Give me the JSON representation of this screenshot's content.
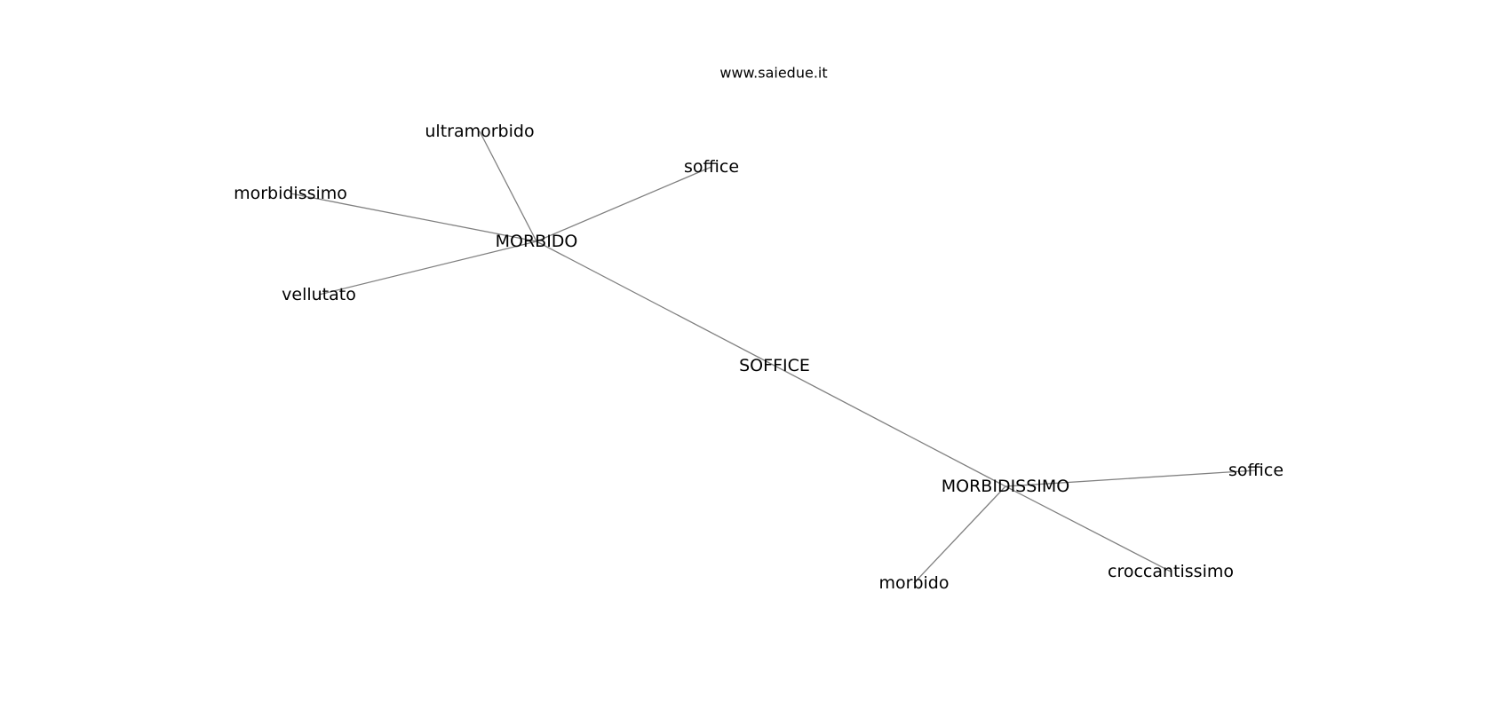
{
  "watermark": "www.saiedue.it",
  "colors": {
    "edge": "#808080",
    "text": "#000000",
    "background": "#ffffff"
  },
  "nodes": [
    {
      "id": "soffice-center",
      "label": "SOFFICE"
    },
    {
      "id": "morbido-hub",
      "label": "MORBIDO"
    },
    {
      "id": "morbidissimo-hub",
      "label": "MORBIDISSIMO"
    },
    {
      "id": "ultramorbido",
      "label": "ultramorbido"
    },
    {
      "id": "soffice-1",
      "label": "soffice"
    },
    {
      "id": "morbidissimo-leaf",
      "label": "morbidissimo"
    },
    {
      "id": "vellutato",
      "label": "vellutato"
    },
    {
      "id": "soffice-2",
      "label": "soffice"
    },
    {
      "id": "morbido-leaf",
      "label": "morbido"
    },
    {
      "id": "croccantissimo",
      "label": "croccantissimo"
    }
  ],
  "edges": [
    {
      "from": "soffice-center",
      "to": "morbido-hub"
    },
    {
      "from": "soffice-center",
      "to": "morbidissimo-hub"
    },
    {
      "from": "morbido-hub",
      "to": "ultramorbido"
    },
    {
      "from": "morbido-hub",
      "to": "soffice-1"
    },
    {
      "from": "morbido-hub",
      "to": "morbidissimo-leaf"
    },
    {
      "from": "morbido-hub",
      "to": "vellutato"
    },
    {
      "from": "morbidissimo-hub",
      "to": "soffice-2"
    },
    {
      "from": "morbidissimo-hub",
      "to": "morbido-leaf"
    },
    {
      "from": "morbidissimo-hub",
      "to": "croccantissimo"
    }
  ]
}
